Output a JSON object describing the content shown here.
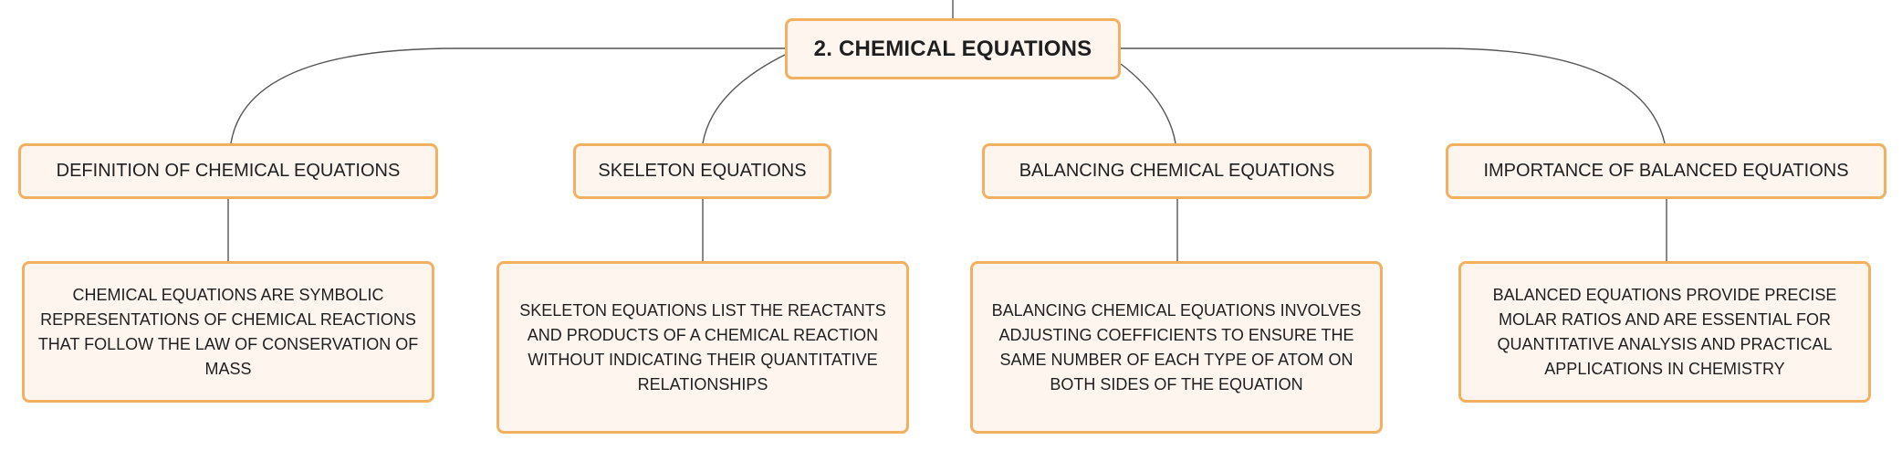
{
  "diagram": {
    "root": {
      "label": "2. CHEMICAL EQUATIONS"
    },
    "branches": [
      {
        "label": "DEFINITION OF CHEMICAL EQUATIONS",
        "detail": "CHEMICAL EQUATIONS ARE SYMBOLIC REPRESENTATIONS OF CHEMICAL REACTIONS THAT FOLLOW THE LAW OF CONSERVATION OF MASS"
      },
      {
        "label": "SKELETON EQUATIONS",
        "detail": "SKELETON EQUATIONS LIST THE REACTANTS AND PRODUCTS OF A CHEMICAL REACTION WITHOUT INDICATING THEIR QUANTITATIVE RELATIONSHIPS"
      },
      {
        "label": "BALANCING CHEMICAL EQUATIONS",
        "detail": "BALANCING CHEMICAL EQUATIONS INVOLVES ADJUSTING COEFFICIENTS TO ENSURE THE SAME NUMBER OF EACH TYPE OF ATOM ON BOTH SIDES OF THE EQUATION"
      },
      {
        "label": "IMPORTANCE OF BALANCED EQUATIONS",
        "detail": "BALANCED EQUATIONS PROVIDE PRECISE MOLAR RATIOS AND ARE ESSENTIAL FOR QUANTITATIVE ANALYSIS AND PRACTICAL APPLICATIONS IN CHEMISTRY"
      }
    ]
  },
  "colors": {
    "node_fill": "#fdf5ee",
    "node_border": "#f2b061",
    "connector": "#555555",
    "text": "#1f1f1f"
  }
}
